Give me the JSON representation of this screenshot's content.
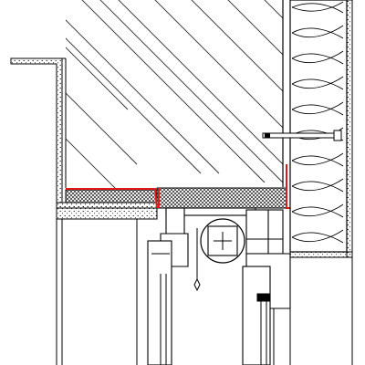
{
  "drawing": {
    "kind": "architectural section detail (window head / lintel with external insulation)",
    "labels": [],
    "colors": {
      "line": "#000000",
      "hatch": "#2b2b2b",
      "seal": "#e01818",
      "background": "#ffffff",
      "concrete": "#f2f2f2"
    },
    "components": [
      "concrete-lintel",
      "plaster-layer",
      "mineral-wool-insulation",
      "render-layer",
      "wall-anchor",
      "window-frame",
      "roller-shutter-box",
      "shutter-pull-cord",
      "glazing",
      "air-seal"
    ]
  }
}
